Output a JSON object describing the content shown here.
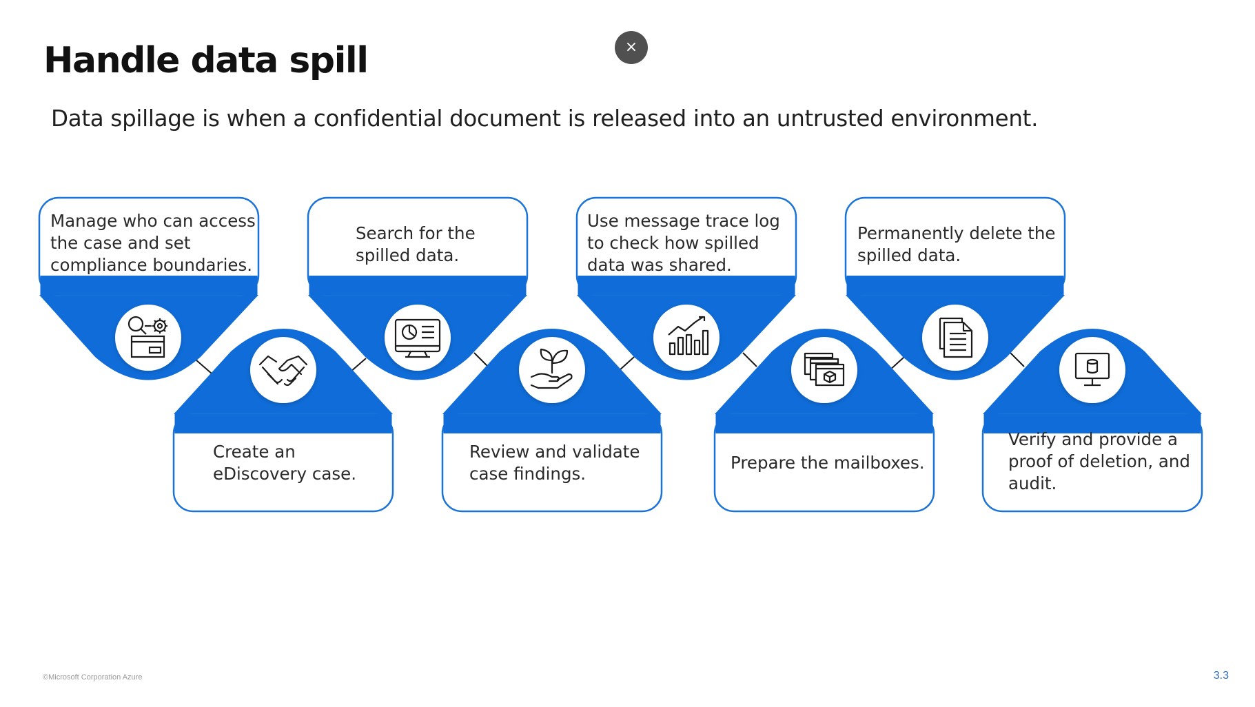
{
  "title": "Handle data spill",
  "subtitle": "Data spillage is when a confidential document is released into an untrusted environment.",
  "close_button": {
    "label": "×"
  },
  "footer": "©Microsoft Corporation Azure",
  "page_number": "3.3",
  "colors": {
    "accent": "#0f6cd8",
    "box_border": "#1a73d6",
    "connector": "#1a1a1a"
  },
  "steps": [
    {
      "text": "Manage who can access the case and set compliance boundaries.",
      "icon": "search-settings-icon",
      "position": "top"
    },
    {
      "text": "Create an eDiscovery case.",
      "icon": "handshake-icon",
      "position": "bottom"
    },
    {
      "text": "Search for the spilled data.",
      "icon": "monitor-dashboard-icon",
      "position": "top"
    },
    {
      "text": "Review and validate case findings.",
      "icon": "hand-plant-icon",
      "position": "bottom"
    },
    {
      "text": "Use message trace log to check how spilled data was shared.",
      "icon": "chart-trend-icon",
      "position": "top"
    },
    {
      "text": "Prepare the mailboxes.",
      "icon": "stacked-windows-icon",
      "position": "bottom"
    },
    {
      "text": "Permanently delete the spilled data.",
      "icon": "document-icon",
      "position": "top"
    },
    {
      "text": "Verify and provide a proof of deletion, and audit.",
      "icon": "monitor-database-icon",
      "position": "bottom"
    }
  ]
}
